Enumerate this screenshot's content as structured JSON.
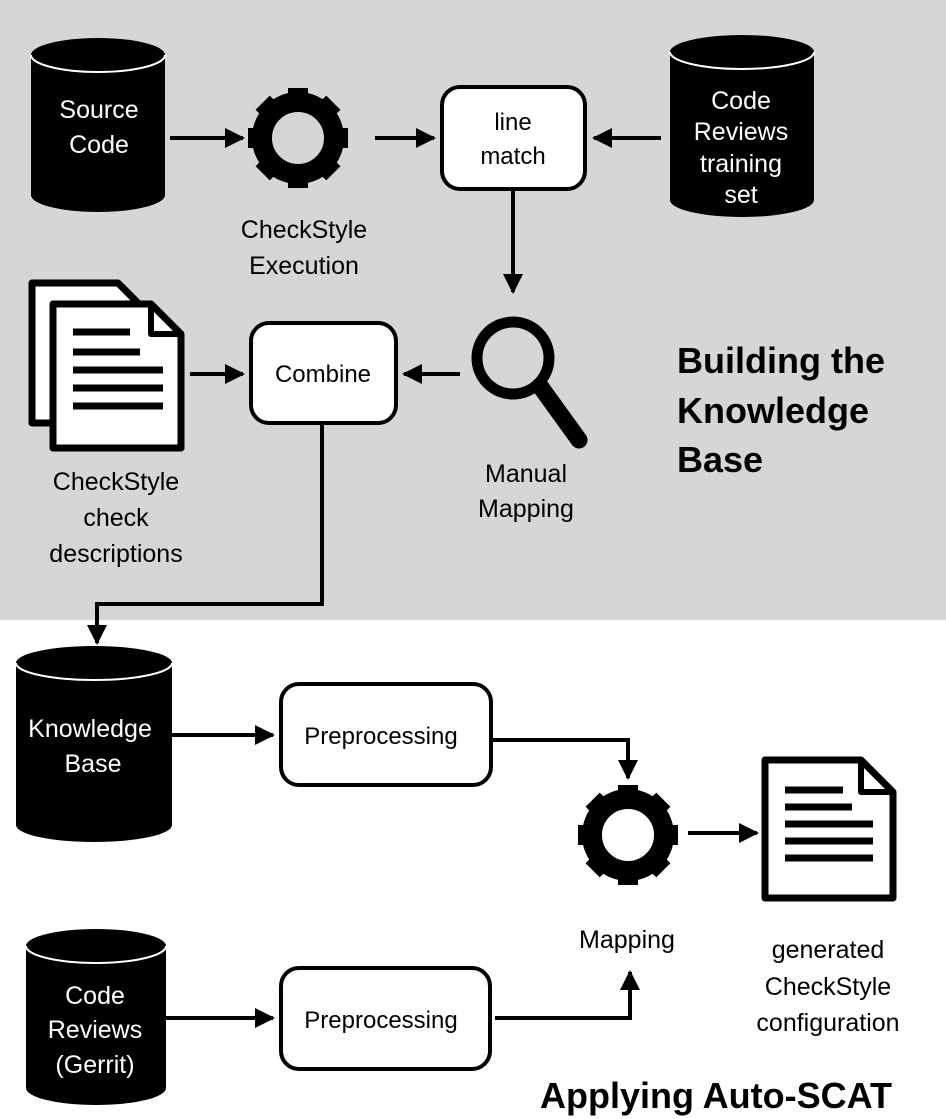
{
  "colors": {
    "panel": "#d6d6d6",
    "ink": "#000000",
    "paper": "#ffffff"
  },
  "sections": {
    "building": {
      "line1": "Building the",
      "line2": "Knowledge",
      "line3": "Base"
    },
    "applying": {
      "title": "Applying Auto-SCAT"
    }
  },
  "nodes": {
    "source_code": {
      "icon": "database-icon",
      "line1": "Source",
      "line2": "Code"
    },
    "checkstyle_execution": {
      "icon": "gear-icon",
      "line1": "CheckStyle",
      "line2": "Execution"
    },
    "line_match": {
      "line1": "line",
      "line2": "match"
    },
    "code_reviews_training": {
      "icon": "database-icon",
      "line1": "Code",
      "line2": "Reviews",
      "line3": "training",
      "line4": "set"
    },
    "check_descriptions": {
      "icon": "documents-icon",
      "line1": "CheckStyle",
      "line2": "check",
      "line3": "descriptions"
    },
    "combine": {
      "label": "Combine"
    },
    "manual_mapping": {
      "icon": "magnifier-icon",
      "line1": "Manual",
      "line2": "Mapping"
    },
    "knowledge_base": {
      "icon": "database-icon",
      "line1": "Knowledge",
      "line2": "Base"
    },
    "preprocessing_kb": {
      "label": "Preprocessing"
    },
    "mapping": {
      "icon": "gear-icon",
      "label": "Mapping"
    },
    "generated_config": {
      "icon": "document-icon",
      "line1": "generated",
      "line2": "CheckStyle",
      "line3": "configuration"
    },
    "code_reviews_gerrit": {
      "icon": "database-icon",
      "line1": "Code",
      "line2": "Reviews",
      "line3": "(Gerrit)"
    },
    "preprocessing_gerrit": {
      "label": "Preprocessing"
    }
  }
}
